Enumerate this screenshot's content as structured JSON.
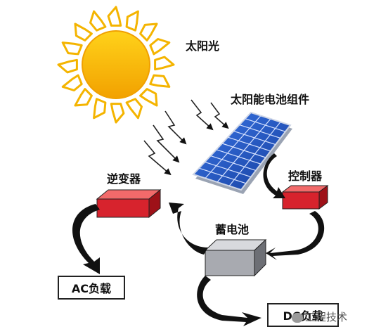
{
  "labels": {
    "sunlight": "太阳光",
    "solar_module": "太阳能电池组件",
    "inverter": "逆变器",
    "controller": "控制器",
    "battery": "蓄电池",
    "ac_load": "AC负载",
    "dc_load": "DC负载"
  },
  "watermark": {
    "text": "工程技术"
  },
  "colors": {
    "sun_core": "#f7b500",
    "sun_ray": "#f4b400",
    "panel_blue": "#2456c8",
    "component_red": "#d7232d",
    "battery_gray": "#a8aab0",
    "arrow": "#111111"
  },
  "icons": {
    "sun": "sun-icon",
    "panel": "solar-panel-icon"
  }
}
